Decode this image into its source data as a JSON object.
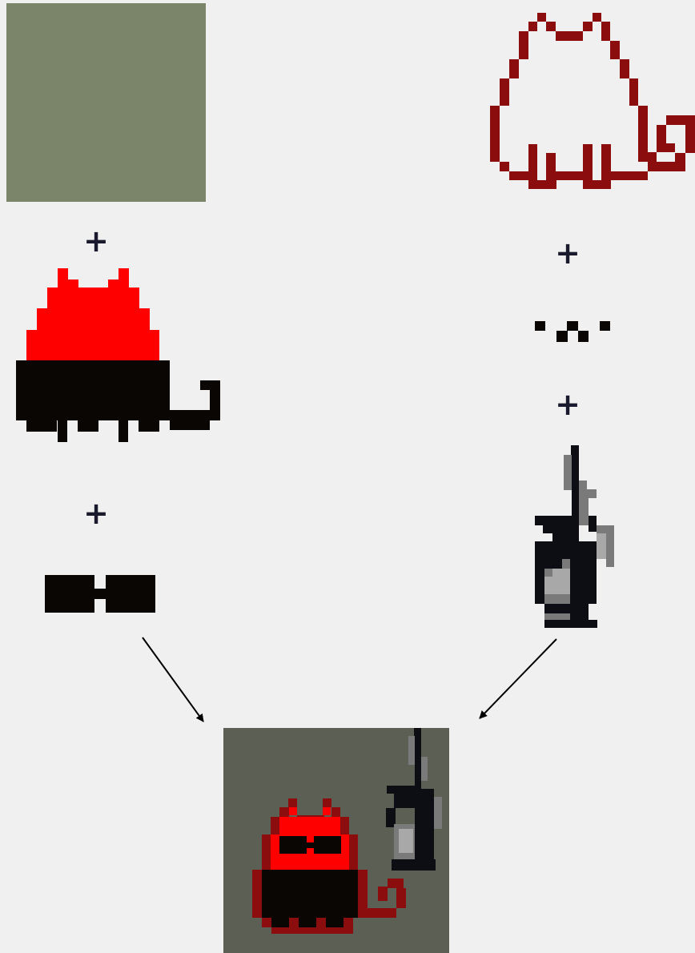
{
  "diagram": {
    "operators": {
      "plus": "+"
    },
    "colors": {
      "background_swatch": "#7a8569",
      "result_background": "#5c6054",
      "cat_red": "#ff0000",
      "cat_dark_red": "#8b0d0d",
      "cat_black": "#0a0604",
      "gun_dark": "#0d0d14",
      "gun_grey": "#7a7a7a",
      "gun_light": "#a8a8a8",
      "arrow": "#000000"
    },
    "layers": [
      {
        "icon": "background-swatch"
      },
      {
        "icon": "cat-body-red-black"
      },
      {
        "icon": "sunglasses"
      },
      {
        "icon": "cat-outline"
      },
      {
        "icon": "face-expression"
      },
      {
        "icon": "gun-accessory"
      }
    ],
    "result": {
      "icon": "composited-cat-sprite"
    }
  }
}
